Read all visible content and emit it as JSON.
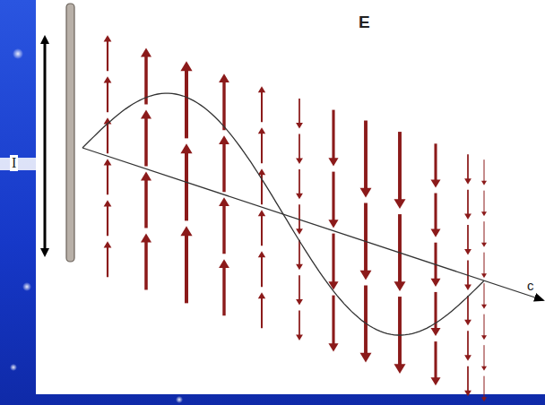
{
  "diagram": {
    "labels": [
      "I",
      "E",
      "c"
    ]
  }
}
